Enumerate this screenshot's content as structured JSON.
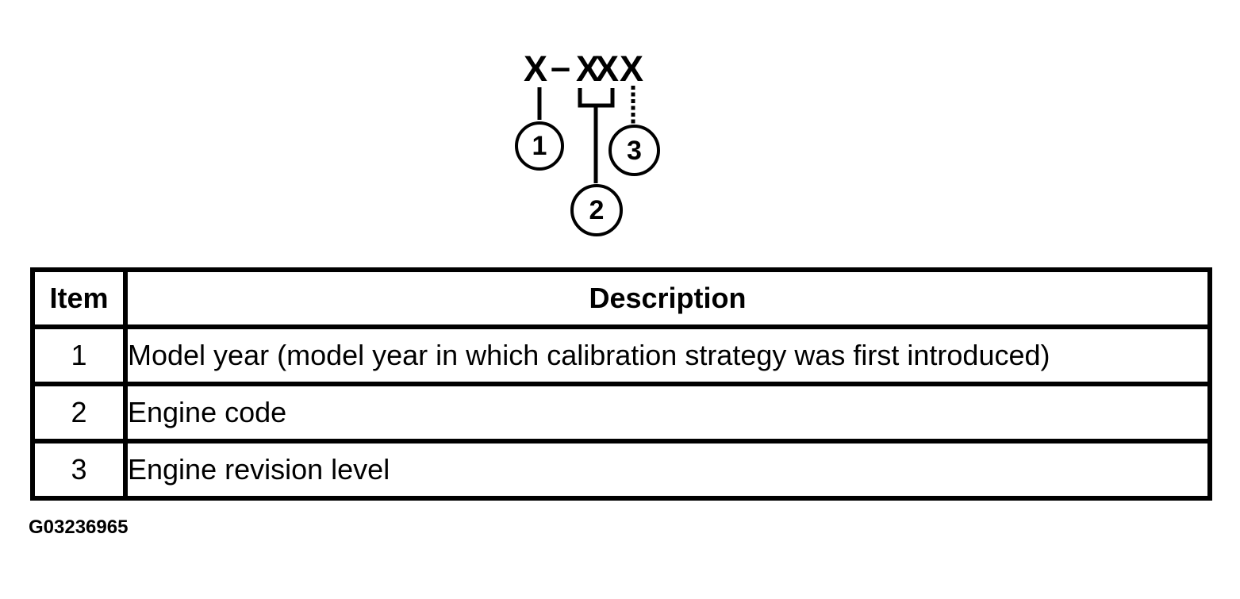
{
  "diagram": {
    "code": {
      "part1": "X",
      "dash": "–",
      "part2": "XX",
      "part3": "X"
    },
    "callouts": [
      {
        "number": "1"
      },
      {
        "number": "2"
      },
      {
        "number": "3"
      }
    ]
  },
  "table": {
    "headers": {
      "item": "Item",
      "description": "Description"
    },
    "rows": [
      {
        "item": "1",
        "description": "Model year (model year in which calibration strategy was first introduced)"
      },
      {
        "item": "2",
        "description": "Engine code"
      },
      {
        "item": "3",
        "description": "Engine revision level"
      }
    ]
  },
  "figure_id": "G03236965",
  "colors": {
    "ink": "#000000",
    "background": "#ffffff"
  }
}
